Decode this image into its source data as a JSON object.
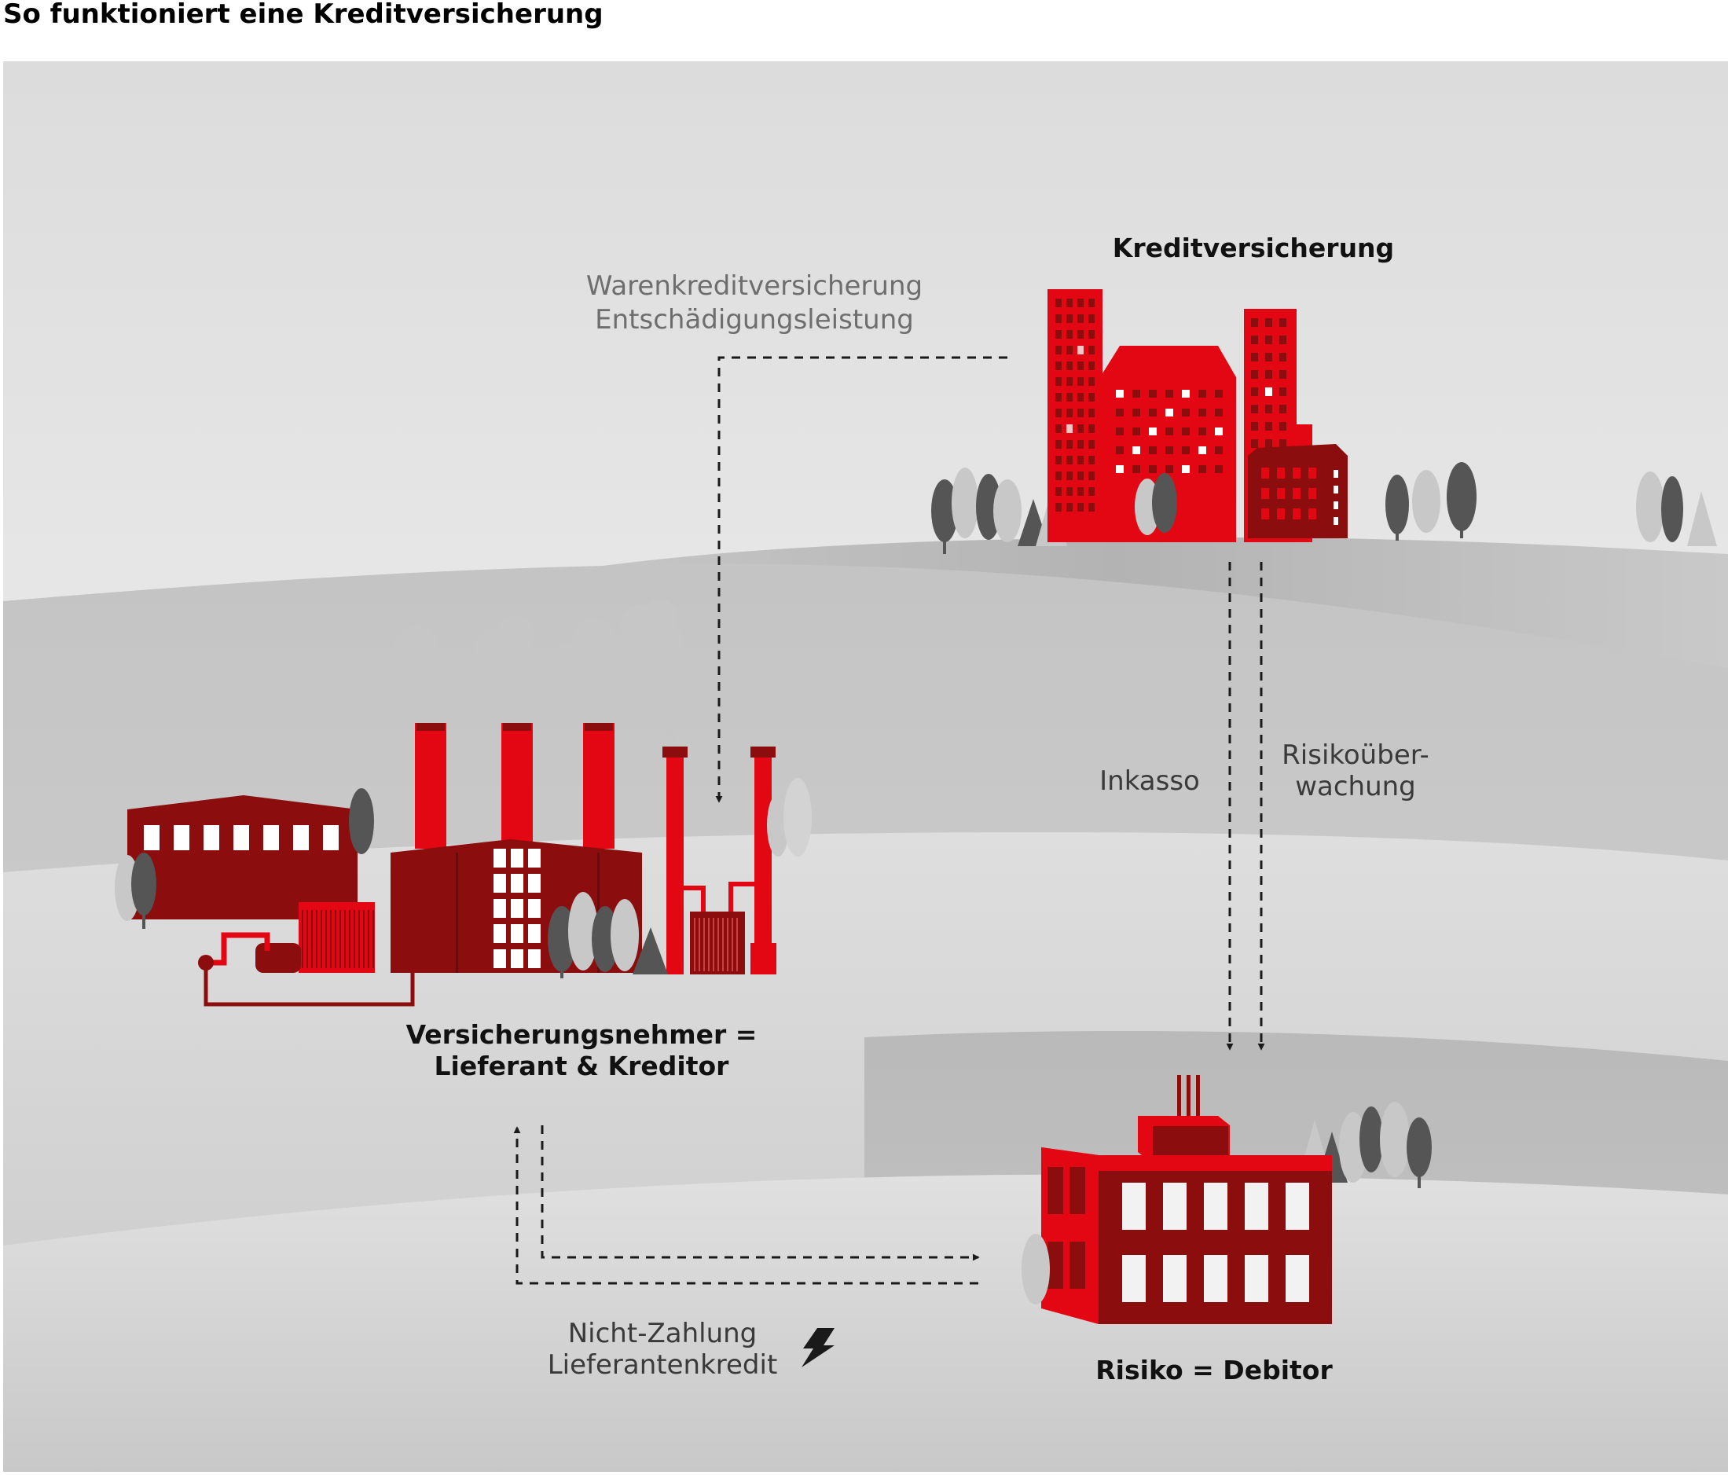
{
  "title": "So funktioniert eine Kreditversicherung",
  "nodes": {
    "insurer": {
      "label": "Kreditversicherung"
    },
    "policyholder": {
      "label_line1": "Versicherungsnehmer =",
      "label_line2": "Lieferant & Kreditor"
    },
    "debtor": {
      "label": "Risiko = Debitor"
    }
  },
  "flows": {
    "insurance_payment": {
      "line1": "Warenkreditversicherung",
      "line2": "Entschädigungsleistung"
    },
    "collection": {
      "label": "Inkasso"
    },
    "risk_monitoring": {
      "line1": "Risikoüber-",
      "line2": "wachung"
    },
    "non_payment": {
      "line1": "Nicht-Zahlung",
      "line2": "Lieferantenkredit"
    }
  },
  "icons": {
    "lightning": "lightning-icon"
  },
  "colors": {
    "red": "#e30613",
    "dark_red": "#8b0d0d",
    "tree_dark": "#555555",
    "tree_light": "#c8c8c8",
    "arrow": "#1a1a1a"
  }
}
